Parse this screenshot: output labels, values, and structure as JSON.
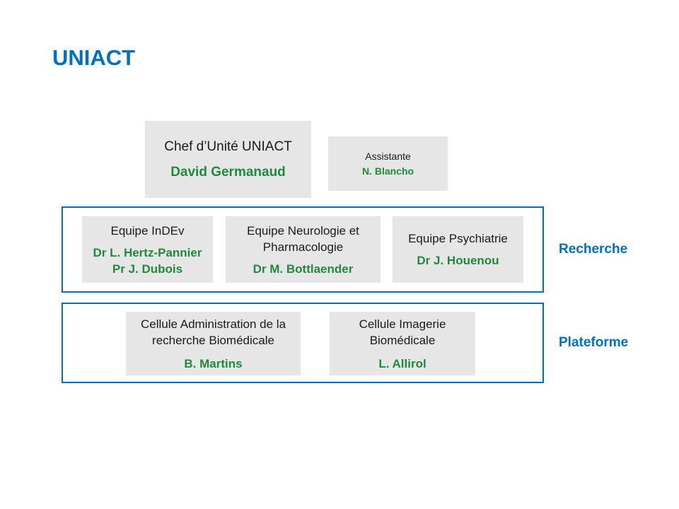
{
  "title": "UNIACT",
  "chef": {
    "role": "Chef d’Unité UNIACT",
    "name": "David Germanaud"
  },
  "assistante": {
    "role": "Assistante",
    "name": "N. Blancho"
  },
  "recherche": {
    "label": "Recherche",
    "teams": [
      {
        "role": "Equipe InDEv",
        "names": [
          "Dr L. Hertz-Pannier",
          "Pr J. Dubois"
        ]
      },
      {
        "role_lines": [
          "Equipe Neurologie et",
          "Pharmacologie"
        ],
        "names": [
          "Dr M. Bottlaender"
        ]
      },
      {
        "role": "Equipe Psychiatrie",
        "names": [
          "Dr J. Houenou"
        ]
      }
    ]
  },
  "plateforme": {
    "label": "Plateforme",
    "cells": [
      {
        "role_lines": [
          "Cellule Administration de la",
          "recherche Biomédicale"
        ],
        "name": "B. Martins"
      },
      {
        "role_lines": [
          "Cellule Imagerie",
          "Biomédicale"
        ],
        "name": "L. Allirol"
      }
    ]
  },
  "colors": {
    "accent": "#0070c0",
    "name_green": "#1e8a3a",
    "box_fill": "#e6e6e6"
  }
}
